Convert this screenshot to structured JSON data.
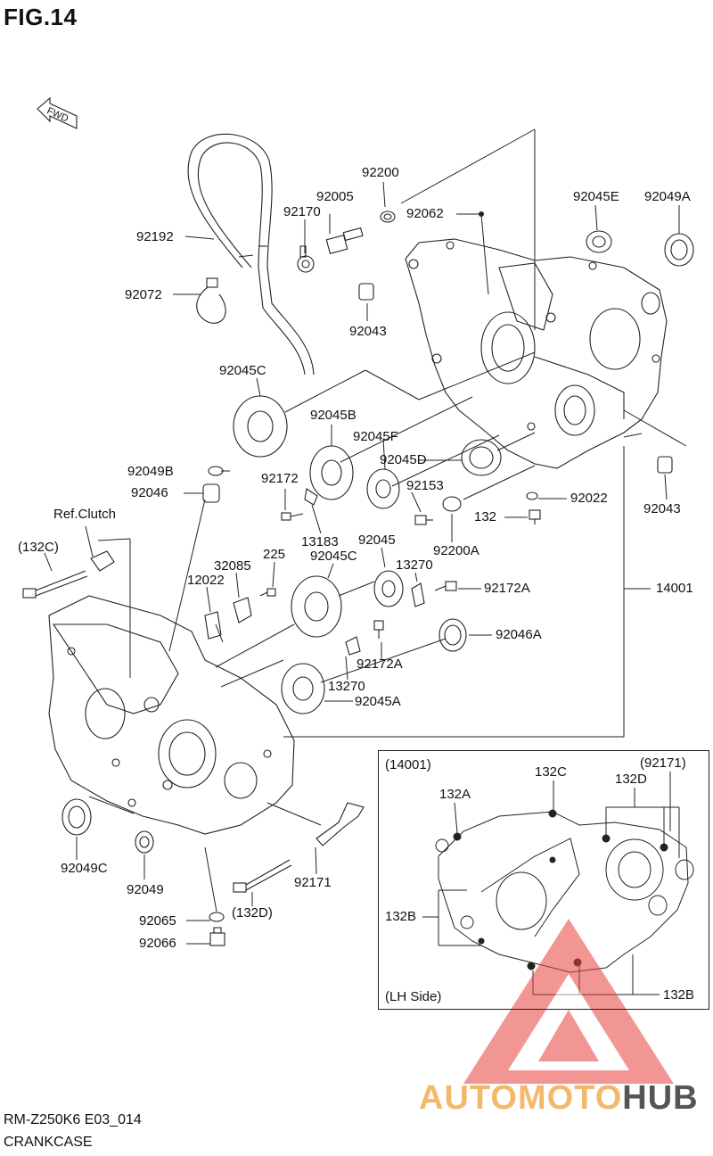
{
  "figure": {
    "title": "FIG.14",
    "model_code": "RM-Z250K6 E03_014",
    "section_name": "CRANKCASE"
  },
  "direction_marker": {
    "label": "FWD",
    "icon": "arrow-forward-icon"
  },
  "callouts": {
    "p92200": "92200",
    "p92005": "92005",
    "p92170": "92170",
    "p92062": "92062",
    "p92045E": "92045E",
    "p92049A": "92049A",
    "p92192": "92192",
    "p92072": "92072",
    "p92043a": "92043",
    "p92045C_top": "92045C",
    "p92045B": "92045B",
    "p92045F": "92045F",
    "p92045D": "92045D",
    "p92049B": "92049B",
    "p92046": "92046",
    "p92172": "92172",
    "p92153": "92153",
    "p92022": "92022",
    "p132": "132",
    "p92043b": "92043",
    "p13183": "13183",
    "p92200A": "92200A",
    "refclutch": "Ref.Clutch",
    "p132C_main": "(132C)",
    "p32085": "32085",
    "p225": "225",
    "p92045": "92045",
    "p92045C_mid": "92045C",
    "p13270_top": "13270",
    "p12022": "12022",
    "p92172A_right": "92172A",
    "p14001": "14001",
    "p92046A": "92046A",
    "p92172A_low": "92172A",
    "p13270_low": "13270",
    "p92045A": "92045A",
    "p92049C": "92049C",
    "p92049": "92049",
    "p92171": "92171",
    "p92065": "92065",
    "p132D_main": "(132D)",
    "p92066": "92066"
  },
  "inset": {
    "header": "(14001)",
    "side_label": "(LH Side)",
    "callouts": {
      "c132C": "132C",
      "c92171": "(92171)",
      "c132D": "132D",
      "c132A": "132A",
      "c132B_left": "132B",
      "c132B_right": "132B"
    }
  },
  "watermark": {
    "part1": "AUTOMOTO",
    "part2": "HUB"
  },
  "colors": {
    "line": "#222222",
    "watermark_red": "#e8413c",
    "watermark_orange": "#f4b86a",
    "watermark_gray": "#555555"
  }
}
